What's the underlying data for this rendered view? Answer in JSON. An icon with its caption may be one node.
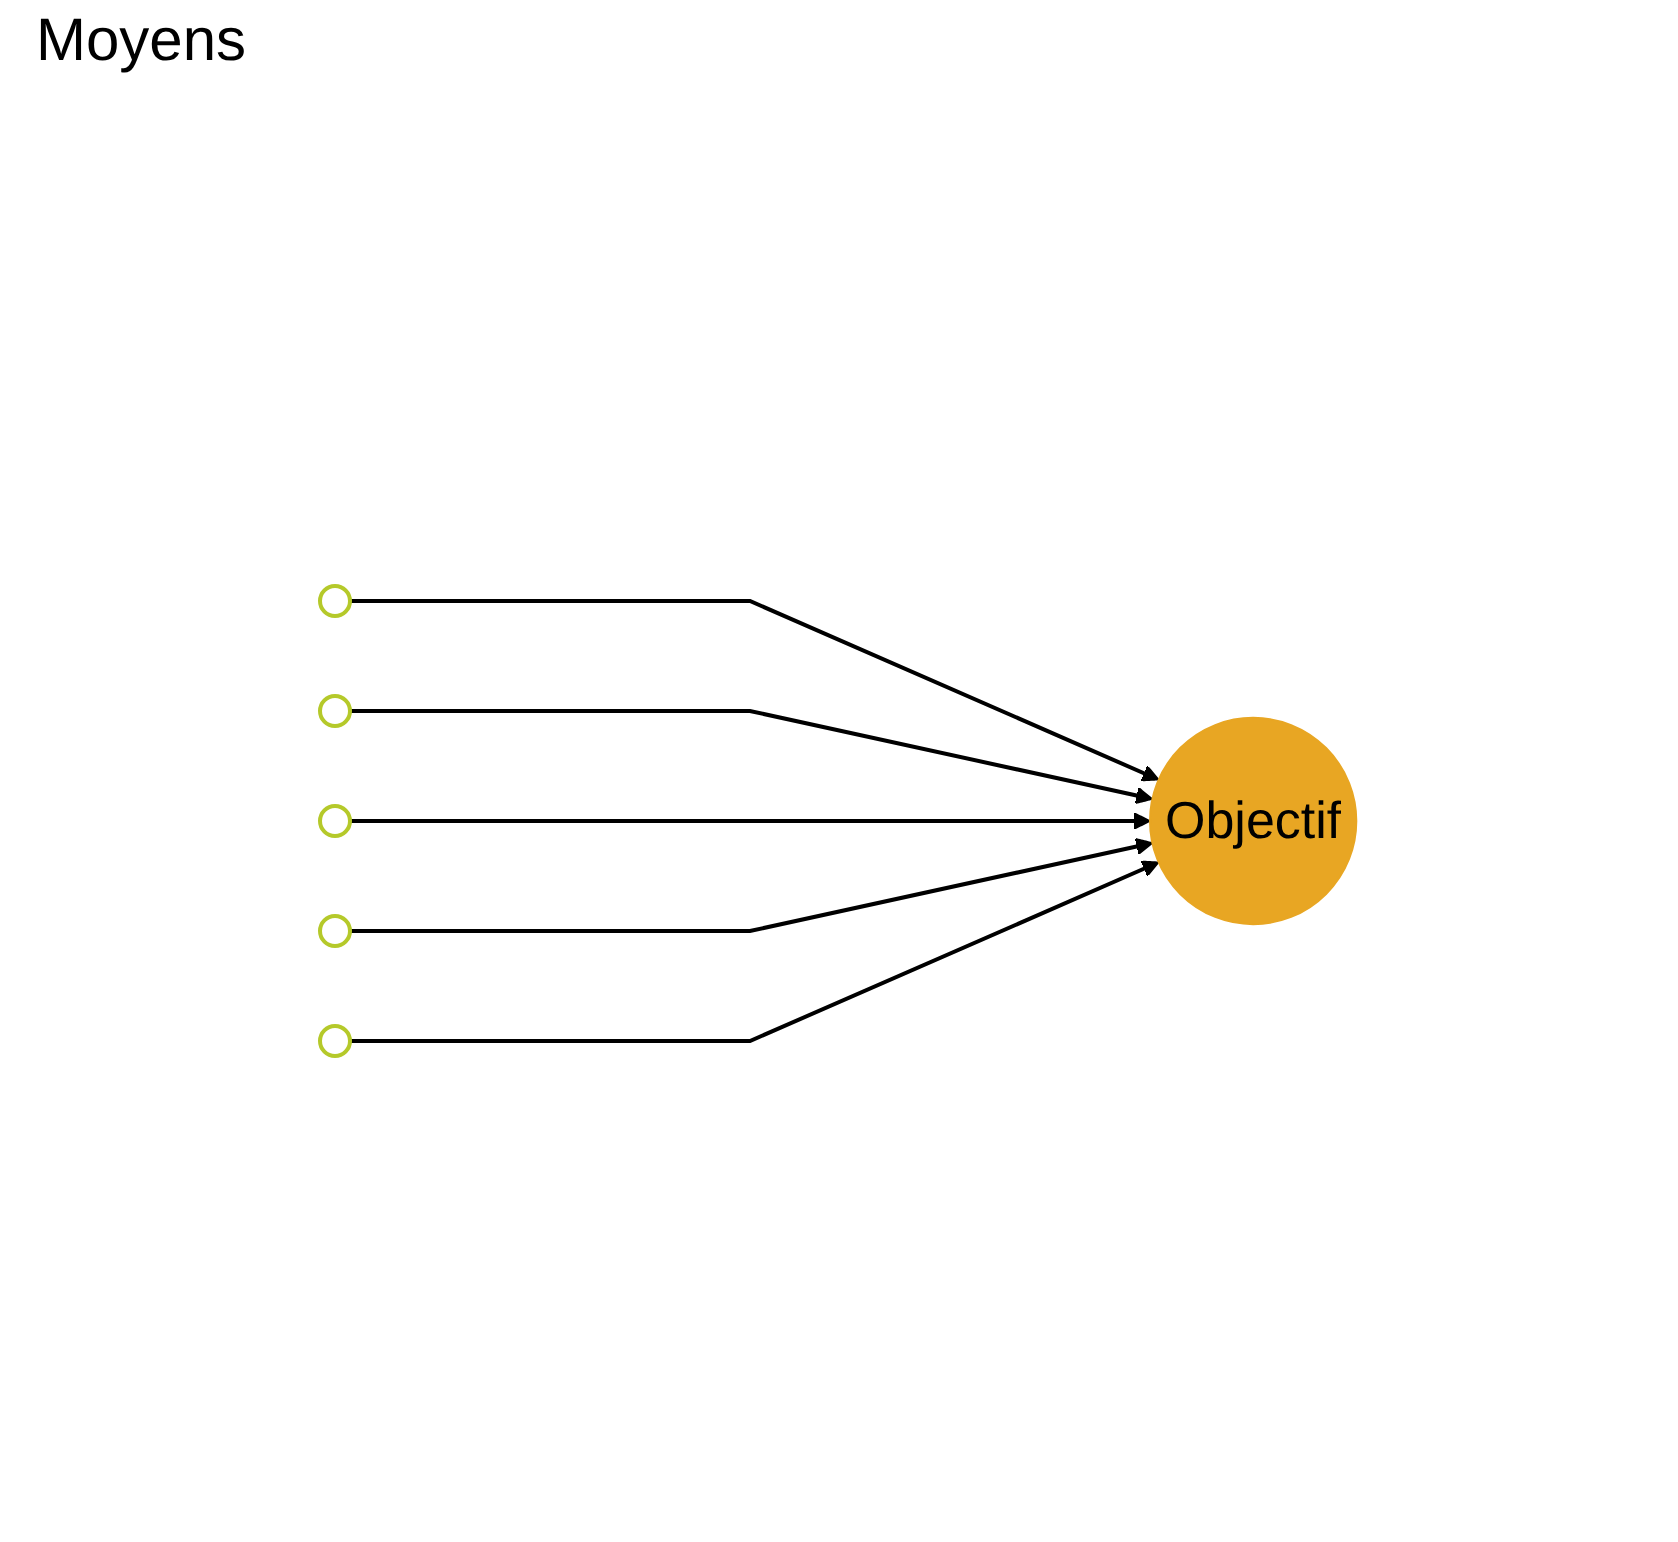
{
  "diagram": {
    "nodes": [
      {
        "text": [],
        "shape": "circle"
      },
      {
        "text": [],
        "shape": "circle"
      },
      {
        "text": [],
        "shape": "circle"
      },
      {
        "text": [],
        "shape": "circle"
      },
      {
        "text": [],
        "shape": "circle"
      },
      {
        "text": [
          "Objectif"
        ]
      }
    ],
    "edges": [
      {
        "from": 0,
        "to": 5,
        "arrow": "to"
      },
      {
        "from": 1,
        "to": 5,
        "arrow": "to"
      },
      {
        "from": 2,
        "to": 5,
        "arrow": "to"
      },
      {
        "from": 3,
        "to": 5,
        "arrow": "to"
      },
      {
        "from": 4,
        "to": 5,
        "arrow": "to"
      }
    ],
    "labels": [
      "Moyens"
    ]
  }
}
